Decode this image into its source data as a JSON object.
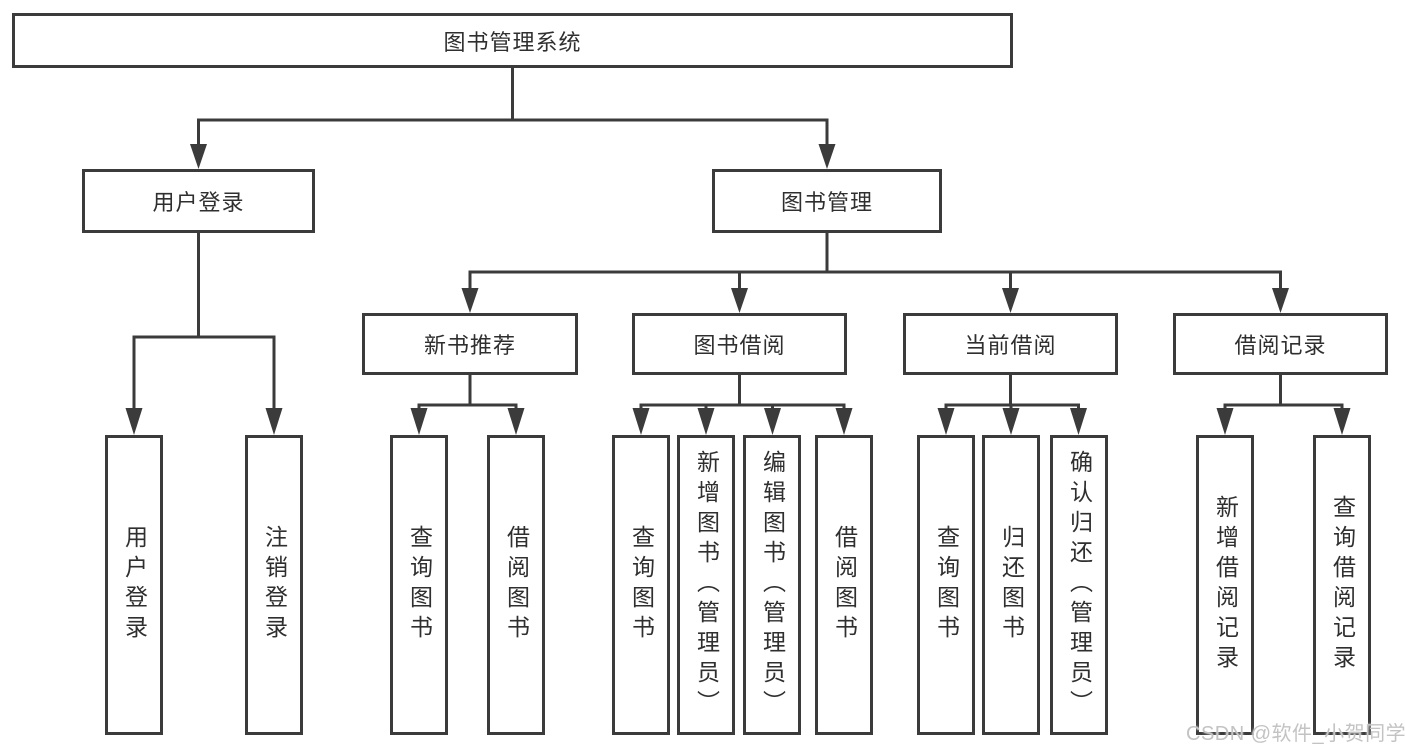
{
  "diagram": {
    "type": "tree",
    "root": {
      "label": "图书管理系统"
    },
    "user": {
      "label": "用户登录",
      "children": [
        {
          "label": "用户登录"
        },
        {
          "label": "注销登录"
        }
      ]
    },
    "mgmt": {
      "label": "图书管理",
      "groups": [
        {
          "label": "新书推荐",
          "children": [
            {
              "label": "查询图书"
            },
            {
              "label": "借阅图书"
            }
          ]
        },
        {
          "label": "图书借阅",
          "children": [
            {
              "label": "查询图书"
            },
            {
              "label": "新增图书（管理员）"
            },
            {
              "label": "编辑图书（管理员）"
            },
            {
              "label": "借阅图书"
            }
          ]
        },
        {
          "label": "当前借阅",
          "children": [
            {
              "label": "查询图书"
            },
            {
              "label": "归还图书"
            },
            {
              "label": "确认归还（管理员）"
            }
          ]
        },
        {
          "label": "借阅记录",
          "children": [
            {
              "label": "新增借阅记录"
            },
            {
              "label": "查询借阅记录"
            }
          ]
        }
      ]
    }
  },
  "watermark": {
    "text": "CSDN @软件_小贺同学"
  },
  "colors": {
    "line": "#3b3b3b",
    "box_border": "#3b3b3b",
    "text": "#2f2f2f",
    "background": "#ffffff",
    "watermark": "#c3c3c3"
  }
}
